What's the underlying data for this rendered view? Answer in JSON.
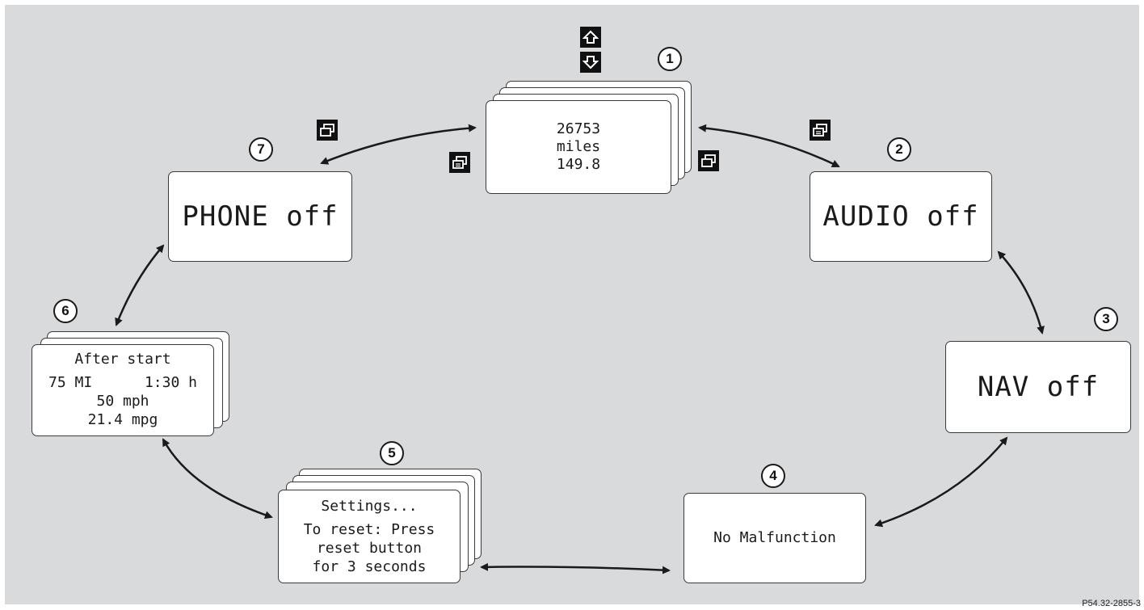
{
  "screens": {
    "s1": {
      "number": "1",
      "line1": "26753",
      "line2": "miles",
      "line3": "149.8"
    },
    "s2": {
      "number": "2",
      "text": "AUDIO off"
    },
    "s3": {
      "number": "3",
      "text": "NAV off"
    },
    "s4": {
      "number": "4",
      "text": "No Malfunction"
    },
    "s5": {
      "number": "5",
      "line1": "Settings...",
      "line2": "To reset: Press",
      "line3": "reset button",
      "line4": "for 3 seconds"
    },
    "s6": {
      "number": "6",
      "line1": "After start",
      "line2a": "75 MI",
      "line2b": "1:30 h",
      "line3": "50 mph",
      "line4": "21.4 mpg"
    },
    "s7": {
      "number": "7",
      "text": "PHONE off"
    }
  },
  "icons": {
    "up": "up-arrow-button-icon",
    "down": "down-arrow-button-icon",
    "page": "page-forward-button-icon"
  },
  "figure_code": "P54.32-2855-3",
  "colors": {
    "background": "#d9dadc",
    "screen": "#ffffff",
    "ink": "#1a1a1a"
  }
}
